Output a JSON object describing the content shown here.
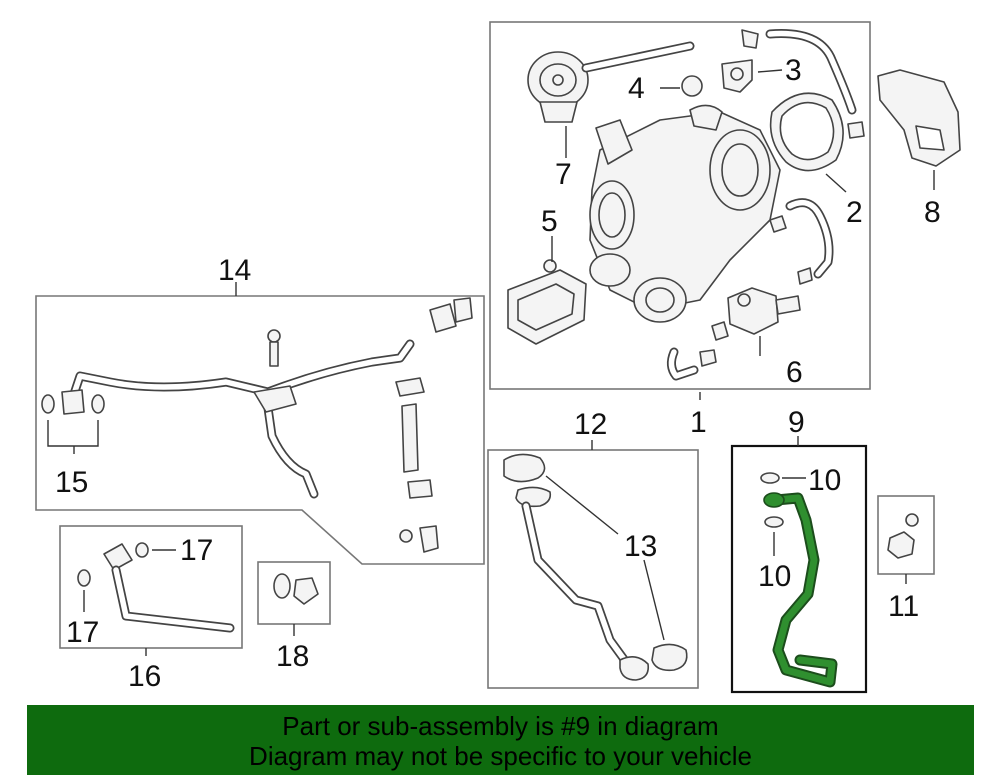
{
  "callouts": {
    "c1": "1",
    "c2": "2",
    "c3": "3",
    "c4": "4",
    "c5": "5",
    "c6": "6",
    "c7": "7",
    "c8": "8",
    "c9": "9",
    "c10a": "10",
    "c10b": "10",
    "c11": "11",
    "c12": "12",
    "c13": "13",
    "c14": "14",
    "c15": "15",
    "c16": "16",
    "c17a": "17",
    "c17b": "17",
    "c18": "18"
  },
  "banner": {
    "line1": "Part or sub-assembly is #9 in diagram",
    "line2": "Diagram may not be specific to your vehicle"
  },
  "colors": {
    "highlight": "#2f8f2f",
    "banner": "#0e6b0e"
  }
}
